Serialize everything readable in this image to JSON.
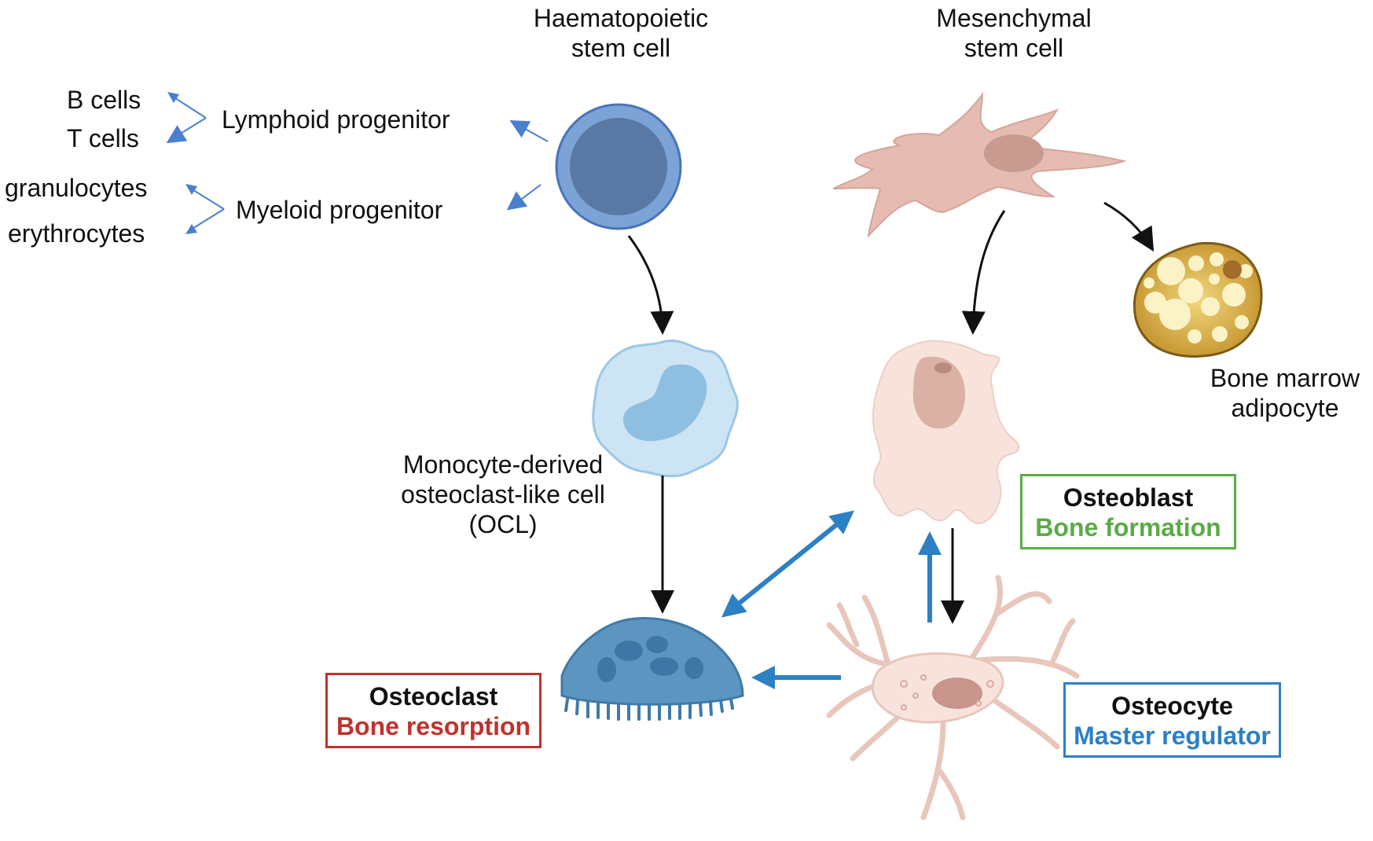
{
  "labels": {
    "hsc_line1": "Haematopoietic",
    "hsc_line2": "stem cell",
    "msc_line1": "Mesenchymal",
    "msc_line2": "stem cell",
    "b_cells": "B cells",
    "t_cells": "T cells",
    "lymphoid": "Lymphoid progenitor",
    "granulocytes": "granulocytes",
    "erythrocytes": "erythrocytes",
    "myeloid": "Myeloid progenitor",
    "ocl_line1": "Monocyte-derived",
    "ocl_line2": "osteoclast-like cell",
    "ocl_line3": "(OCL)",
    "adipocyte_line1": "Bone marrow",
    "adipocyte_line2": "adipocyte"
  },
  "boxes": {
    "osteoblast": {
      "title": "Osteoblast",
      "subtitle": "Bone formation",
      "color": "#5aab46"
    },
    "osteoclast": {
      "title": "Osteoclast",
      "subtitle": "Bone resorption",
      "color": "#c0322d"
    },
    "osteocyte": {
      "title": "Osteocyte",
      "subtitle": "Master regulator",
      "color": "#2d80c4"
    }
  },
  "colors": {
    "black_arrow": "#111111",
    "blue_arrow": "#2d80c4",
    "thin_blue_arrow": "#4a7fd0"
  }
}
